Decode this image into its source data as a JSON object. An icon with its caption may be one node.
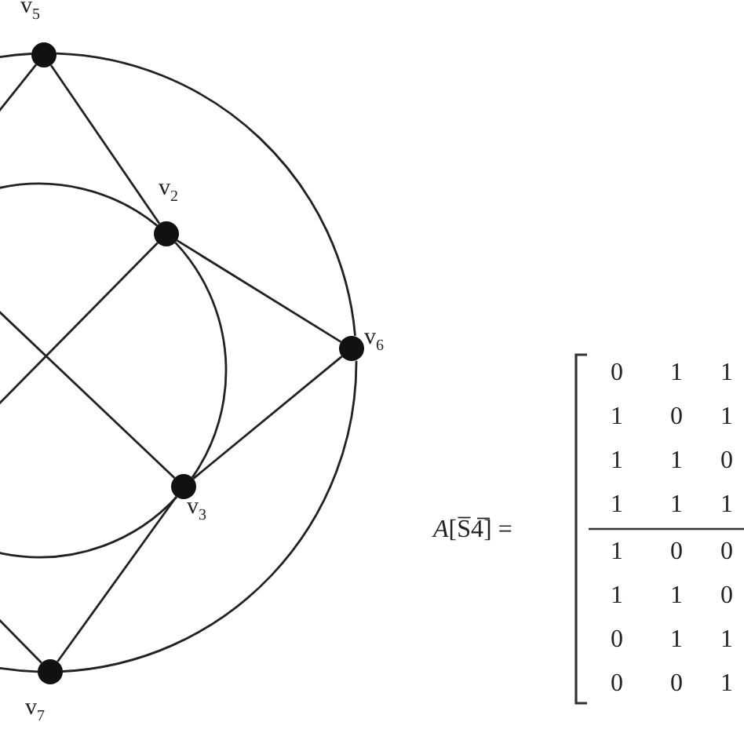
{
  "diagram": {
    "nodes": [
      {
        "text": [],
        "shape": "circle",
        "beside": [
          "v$_{5}$"
        ]
      },
      {
        "text": [],
        "shape": "circle",
        "beside": [
          "v$_{2}$"
        ]
      },
      {
        "text": [],
        "shape": "circle",
        "beside": [
          "v$_{6}$"
        ]
      },
      {
        "text": [],
        "shape": "circle",
        "beside": [
          "v$_{3}$"
        ]
      },
      {
        "text": [],
        "shape": "circle",
        "beside": [
          "v$_{7}$"
        ]
      }
    ],
    "edges": [
      {
        "from": 0,
        "to": 1,
        "arrow": "none"
      },
      {
        "from": 1,
        "to": 2,
        "arrow": "none"
      },
      {
        "from": 2,
        "to": 3,
        "arrow": "none"
      },
      {
        "from": 3,
        "to": 4,
        "arrow": "none"
      },
      {
        "from": 1,
        "to": 3,
        "arrow": "none"
      },
      {
        "from": 0,
        "to": 2,
        "arrow": "none"
      },
      {
        "from": 2,
        "to": 4,
        "arrow": "none"
      },
      {
        "from": null,
        "to": 0,
        "arrow": "none"
      },
      {
        "from": null,
        "to": 1,
        "arrow": "none"
      },
      {
        "from": null,
        "to": 3,
        "arrow": "none"
      },
      {
        "from": null,
        "to": 4,
        "arrow": "none"
      },
      {
        "from": null,
        "to": 1,
        "arrow": "none"
      },
      {
        "from": null,
        "to": 3,
        "arrow": "none"
      },
      {
        "from": null,
        "to": 0,
        "arrow": "none"
      },
      {
        "from": null,
        "to": 4,
        "arrow": "none"
      }
    ],
    "labels": [
      "*A*[S̅4̅] =",
      "0",
      "1",
      "1",
      "1",
      "0",
      "1",
      "1",
      "1",
      "0",
      "1",
      "1",
      "1",
      "1",
      "0",
      "0",
      "1",
      "1",
      "0",
      "0",
      "1",
      "1",
      "0",
      "0",
      "1"
    ]
  }
}
